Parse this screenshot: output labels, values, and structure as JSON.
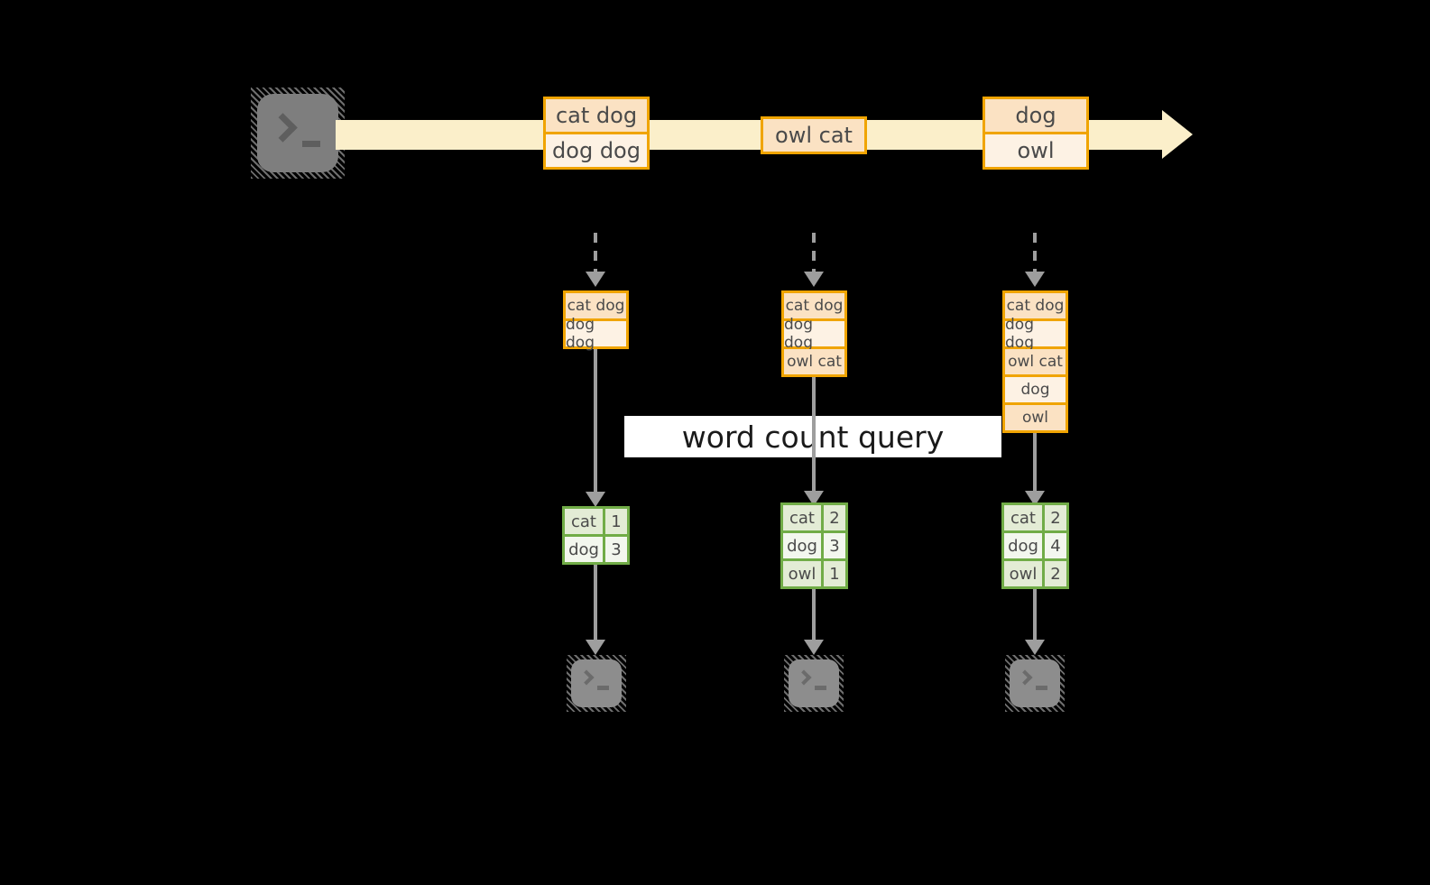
{
  "query_label": "word count query",
  "stream": {
    "events": [
      {
        "lines": [
          "cat dog",
          "dog dog"
        ]
      },
      {
        "lines": [
          "owl cat"
        ]
      },
      {
        "lines": [
          "dog",
          "owl"
        ]
      }
    ]
  },
  "columns": [
    {
      "state": [
        "cat dog",
        "dog dog"
      ],
      "counts": [
        {
          "word": "cat",
          "count": 1
        },
        {
          "word": "dog",
          "count": 3
        }
      ]
    },
    {
      "state": [
        "cat dog",
        "dog dog",
        "owl cat"
      ],
      "counts": [
        {
          "word": "cat",
          "count": 2
        },
        {
          "word": "dog",
          "count": 3
        },
        {
          "word": "owl",
          "count": 1
        }
      ]
    },
    {
      "state": [
        "cat dog",
        "dog dog",
        "owl cat",
        "dog",
        "owl"
      ],
      "counts": [
        {
          "word": "cat",
          "count": 2
        },
        {
          "word": "dog",
          "count": 4
        },
        {
          "word": "owl",
          "count": 2
        }
      ]
    }
  ],
  "icons": {
    "source": "terminal-icon",
    "outputs": [
      "terminal-icon",
      "terminal-icon",
      "terminal-icon"
    ]
  },
  "colors": {
    "background": "#000000",
    "stream_band": "#fbefca",
    "record_border": "#f0a400",
    "record_fill_dark": "#fbe2c3",
    "record_fill_light": "#fdf2e4",
    "table_border": "#71ac47",
    "table_fill_dark": "#e3ecd5",
    "table_fill_light": "#f3f7ee",
    "arrow": "#9e9e9e",
    "query_label_bg": "#ffffff"
  }
}
